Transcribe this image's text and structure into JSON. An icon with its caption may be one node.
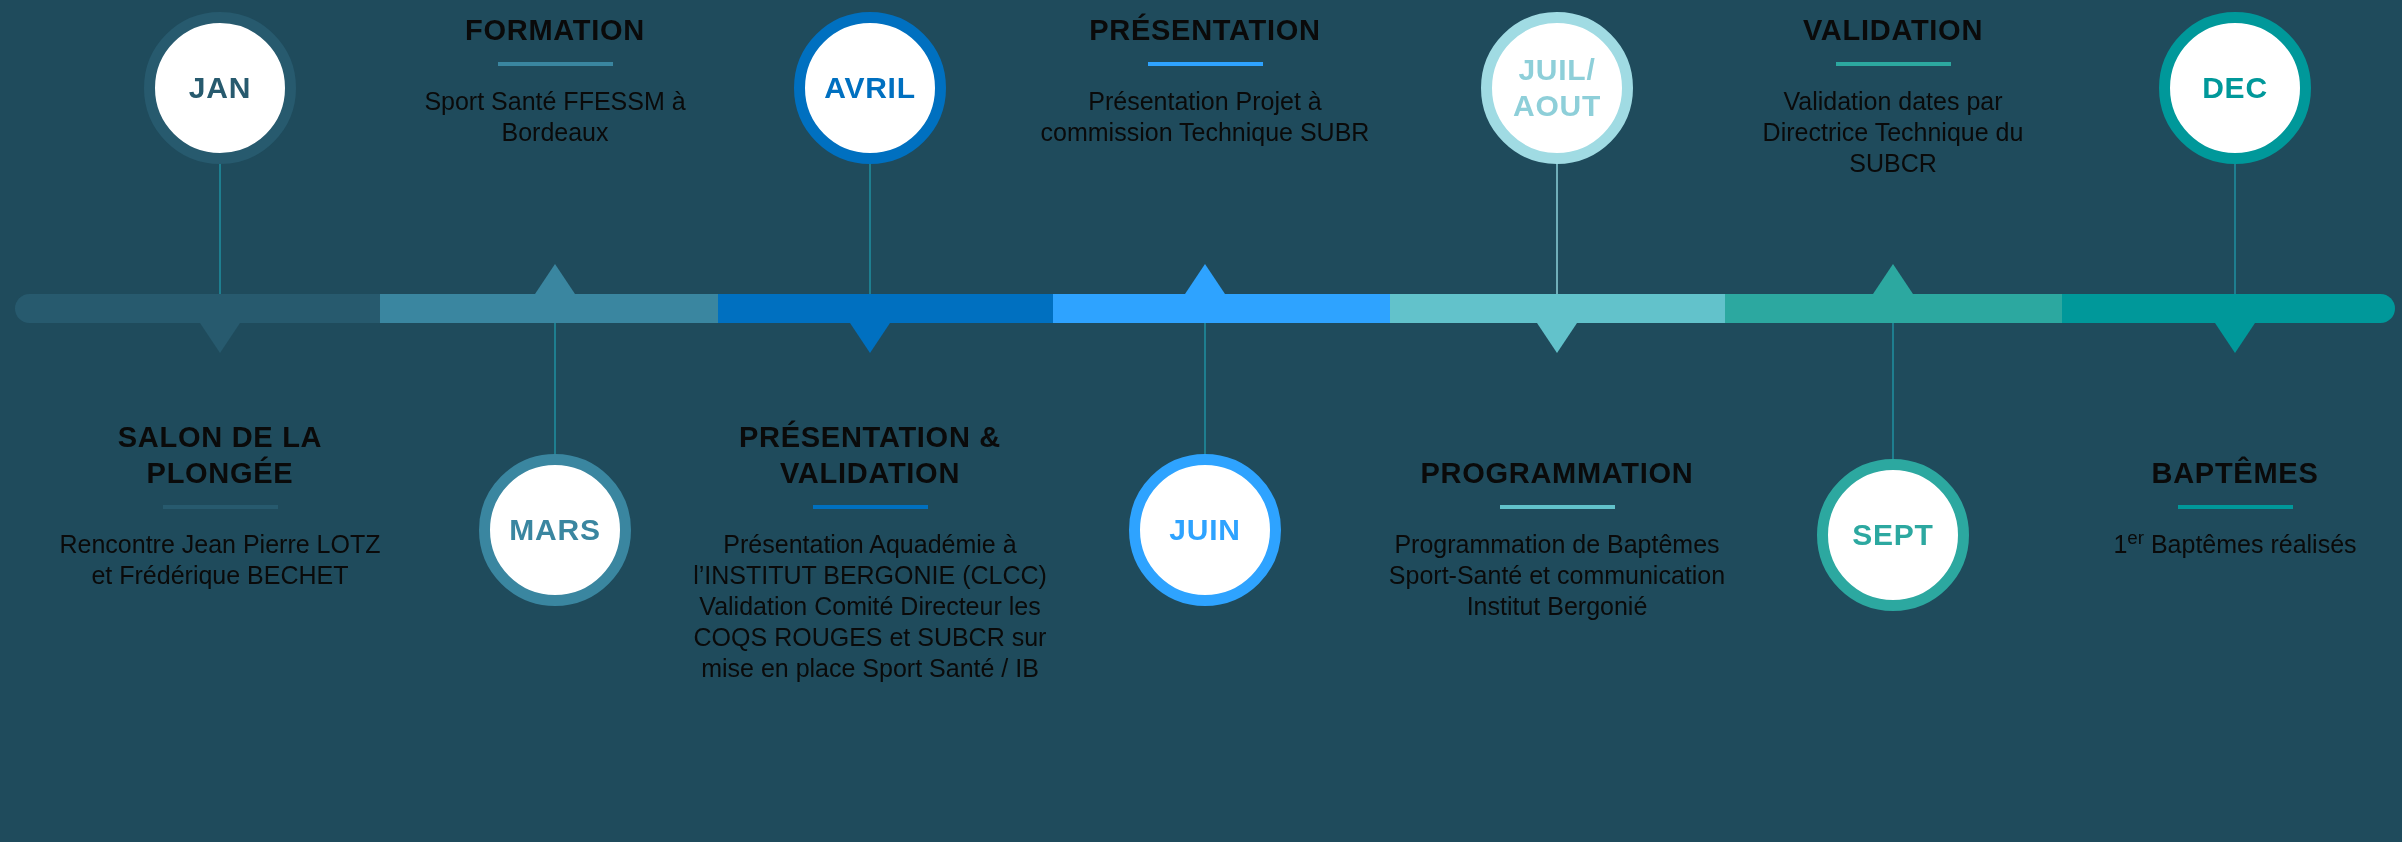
{
  "diagram": {
    "nodes": [
      {
        "text": [
          "JAN"
        ],
        "beside": [
          "SALON DE LA PLONGÉE",
          "Rencontre Jean Pierre LOTZ et Frédérique BECHET"
        ]
      },
      {
        "text": [
          "MARS"
        ],
        "beside": [
          "FORMATION",
          "Sport Santé FFESSM à Bordeaux"
        ]
      },
      {
        "text": [
          "AVRIL"
        ],
        "beside": [
          "PRÉSENTATION & VALIDATION",
          "Présentation Aquadémie à l’INSTITUT BERGONIE (CLCC) Validation Comité Directeur les COQS ROUGES et SUBCR sur mise en place Sport Santé / IB"
        ]
      },
      {
        "text": [
          "JUIN"
        ],
        "beside": [
          "PRÉSENTATION",
          "Présentation Projet à commission Technique SUBR"
        ]
      },
      {
        "text": [
          "JUIL/ AOUT"
        ],
        "beside": [
          "PROGRAMMATION",
          "Programmation de Baptêmes Sport-Santé et communication Institut Bergonié"
        ]
      },
      {
        "text": [
          "SEPT"
        ],
        "beside": [
          "VALIDATION",
          "Validation dates par Directrice Technique du SUBCR"
        ]
      },
      {
        "text": [
          "DEC"
        ],
        "beside": [
          "BAPTÊMES",
          "1$^{er}$ Baptêmes réalisés"
        ]
      },
      {
        "text": [],
        "shape": "bar"
      },
      {
        "text": [],
        "shape": "bar"
      },
      {
        "text": [],
        "shape": "bar"
      },
      {
        "text": [],
        "shape": "bar"
      },
      {
        "text": [],
        "shape": "bar"
      },
      {
        "text": [],
        "shape": "bar"
      },
      {
        "text": [],
        "shape": "bar"
      }
    ],
    "edges": [
      {
        "from": 0,
        "to": 7,
        "arrow": "none"
      },
      {
        "from": 1,
        "to": 8,
        "arrow": "none"
      },
      {
        "from": 2,
        "to": 9,
        "arrow": "none"
      },
      {
        "from": 3,
        "to": 10,
        "arrow": "none"
      },
      {
        "from": 4,
        "to": 11,
        "arrow": "none",
        "color": "#8ccfd8"
      },
      {
        "from": 5,
        "to": 12,
        "arrow": "none"
      },
      {
        "from": 6,
        "to": 13,
        "arrow": "none"
      }
    ]
  }
}
